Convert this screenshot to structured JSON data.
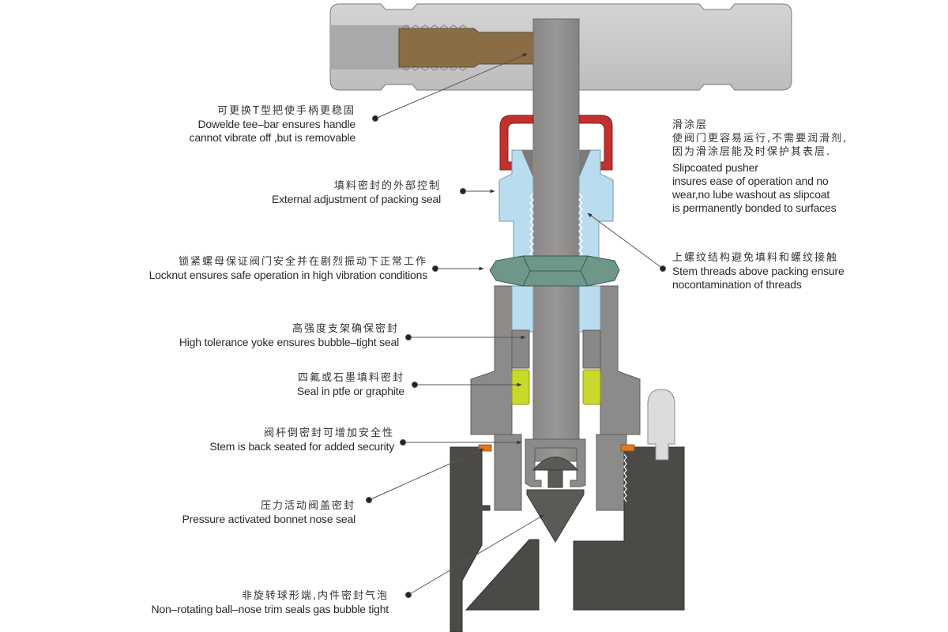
{
  "title": "Needle valve cross-section feature callouts",
  "colors": {
    "handle": "#c8c8c8",
    "stem": "#8e8c8a",
    "dowel": "#8a6d45",
    "bonnet": "#b9dcef",
    "cap": "#c0302c",
    "locknut": "#6e978a",
    "yoke": "#8d8b89",
    "packing": "#c9d92c",
    "seal_ring": "#e07a22",
    "body": "#4c4a47",
    "plug": "#dcdcdc",
    "ball_nose": "#5c5a57",
    "leader": "#555555",
    "text": "#2b2b2b"
  },
  "callouts": [
    {
      "id": "tee-bar",
      "zh": "可更换T型把使手柄更稳固",
      "en": [
        "Dowelde tee–bar ensures handle",
        "cannot vibrate off ,but is removable"
      ]
    },
    {
      "id": "packing-adjust",
      "zh": "填料密封的外部控制",
      "en": [
        "External adjustment of packing seal"
      ]
    },
    {
      "id": "locknut",
      "zh": "锁紧螺母保证阀门安全并在剧烈振动下正常工作",
      "en": [
        "Locknut ensures safe operation in high vibration conditions"
      ]
    },
    {
      "id": "yoke",
      "zh": "高强度支架确保密封",
      "en": [
        "High tolerance yoke ensures bubble–tight seal"
      ]
    },
    {
      "id": "packing-material",
      "zh": "四氟或石墨填料密封",
      "en": [
        "Seal in ptfe or graphite"
      ]
    },
    {
      "id": "back-seat",
      "zh": "阀杆倒密封可增加安全性",
      "en": [
        "Stem is back seated for added security"
      ]
    },
    {
      "id": "bonnet-seal",
      "zh": "压力活动阀盖密封",
      "en": [
        "Pressure activated bonnet nose seal"
      ]
    },
    {
      "id": "ball-nose",
      "zh": "非旋转球形端,内件密封气泡",
      "en": [
        "Non–rotating ball–nose trim seals gas bubble tight"
      ]
    },
    {
      "id": "slipcoat",
      "zh": [
        "滑涂层",
        "使阀门更容易运行,不需要润滑剂,",
        "因为滑涂层能及时保护其表层."
      ],
      "en": [
        "Slipcoated pusher",
        "insures ease of operation and no",
        "wear,no lube washout as slipcoat",
        "is permanently bonded to surfaces"
      ]
    },
    {
      "id": "stem-threads",
      "zh": "上螺纹结构避免填料和螺纹接触",
      "en": [
        "Stem threads above packing ensure",
        "nocontamination of threads"
      ]
    }
  ]
}
